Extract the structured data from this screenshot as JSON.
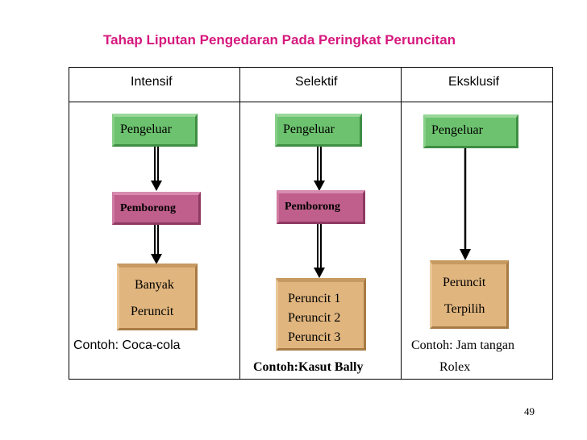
{
  "title": "Tahap Liputan Pengedaran Pada Peringkat Peruncitan",
  "columns": [
    {
      "header": "Intensif",
      "producer": "Pengeluar",
      "wholesaler": "Pemborong",
      "retailer_lines": [
        "Banyak",
        "Peruncit"
      ],
      "example": "Contoh: Coca-cola"
    },
    {
      "header": "Selektif",
      "producer": "Pengeluar",
      "wholesaler": "Pemborong",
      "retailer_lines": [
        "Peruncit 1",
        "Peruncit 2",
        "Peruncit 3"
      ],
      "example": "Contoh:Kasut Bally"
    },
    {
      "header": "Eksklusif",
      "producer": "Pengeluar",
      "retailer_lines": [
        "Peruncit",
        "Terpilih"
      ],
      "example_lines": [
        "Contoh: Jam tangan",
        "Rolex"
      ]
    }
  ],
  "page_number": "49"
}
